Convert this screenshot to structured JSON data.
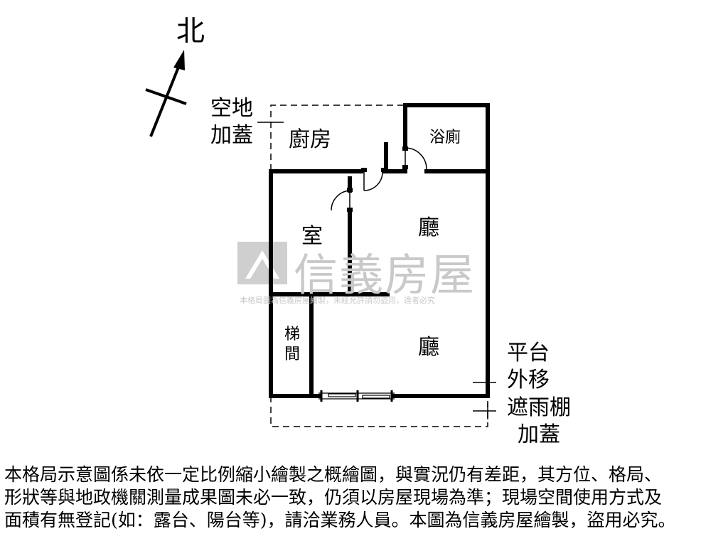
{
  "compass": {
    "label": "北"
  },
  "rooms": {
    "kitchen": "廚房",
    "bathroom": "浴廁",
    "bedroom": "室",
    "living_upper": "廳",
    "living_lower": "廳",
    "stair_line1": "梯",
    "stair_line2": "間"
  },
  "annotations": {
    "open_space_line1": "空地",
    "open_space_line2": "加蓋",
    "platform_line1": "平台",
    "platform_line2": "外移",
    "awning_line1": "遮雨棚",
    "awning_line2": "加蓋"
  },
  "watermark": {
    "brand": "信義房屋",
    "small_text": "本格局圖為信義房屋繪製，未經允許請勿盜用，違者必究"
  },
  "disclaimer": {
    "line1": "本格局示意圖係未依一定比例縮小繪製之概繪圖，與實況仍有差距，其方位、格局、",
    "line2": "形狀等與地政機關測量成果圖未必一致，仍須以房屋現場為準；現場空間使用方式及",
    "line3": "面積有無登記(如：露台、陽台等)，請洽業務人員。本圖為信義房屋繪製，盜用必究。"
  }
}
